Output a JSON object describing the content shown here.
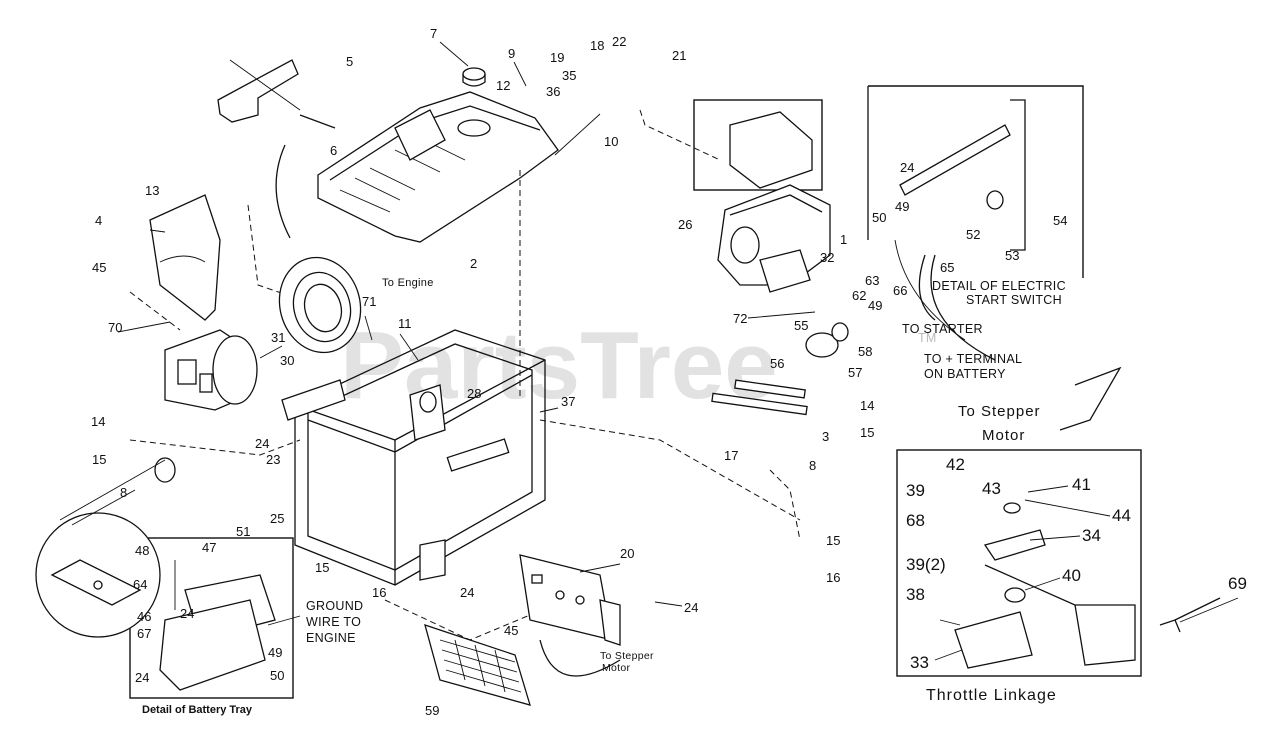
{
  "watermark": "PartsTree",
  "watermark_tm": "TM",
  "parts": [
    {
      "id": "p7",
      "label": "7"
    },
    {
      "id": "p9",
      "label": "9"
    },
    {
      "id": "p19",
      "label": "19"
    },
    {
      "id": "p18",
      "label": "18"
    },
    {
      "id": "p22",
      "label": "22"
    },
    {
      "id": "p21",
      "label": "21"
    },
    {
      "id": "p35",
      "label": "35"
    },
    {
      "id": "p36",
      "label": "36"
    },
    {
      "id": "p12",
      "label": "12"
    },
    {
      "id": "p5",
      "label": "5"
    },
    {
      "id": "p6",
      "label": "6"
    },
    {
      "id": "p10",
      "label": "10"
    },
    {
      "id": "p13",
      "label": "13"
    },
    {
      "id": "p4",
      "label": "4"
    },
    {
      "id": "p45a",
      "label": "45"
    },
    {
      "id": "p2",
      "label": "2"
    },
    {
      "id": "p70",
      "label": "70"
    },
    {
      "id": "p71",
      "label": "71"
    },
    {
      "id": "p31",
      "label": "31"
    },
    {
      "id": "p11",
      "label": "11"
    },
    {
      "id": "p30",
      "label": "30"
    },
    {
      "id": "p28",
      "label": "28"
    },
    {
      "id": "p37",
      "label": "37"
    },
    {
      "id": "p14a",
      "label": "14"
    },
    {
      "id": "p15a",
      "label": "15"
    },
    {
      "id": "p24a",
      "label": "24"
    },
    {
      "id": "p23",
      "label": "23"
    },
    {
      "id": "p8a",
      "label": "8"
    },
    {
      "id": "p51",
      "label": "51"
    },
    {
      "id": "p25",
      "label": "25"
    },
    {
      "id": "p48",
      "label": "48"
    },
    {
      "id": "p47",
      "label": "47"
    },
    {
      "id": "p64",
      "label": "64"
    },
    {
      "id": "p24b",
      "label": "24"
    },
    {
      "id": "p46",
      "label": "46"
    },
    {
      "id": "p67",
      "label": "67"
    },
    {
      "id": "p24c",
      "label": "24"
    },
    {
      "id": "p49a",
      "label": "49"
    },
    {
      "id": "p50a",
      "label": "50"
    },
    {
      "id": "p15b",
      "label": "15"
    },
    {
      "id": "p16a",
      "label": "16"
    },
    {
      "id": "p24d",
      "label": "24"
    },
    {
      "id": "p45b",
      "label": "45"
    },
    {
      "id": "p59",
      "label": "59"
    },
    {
      "id": "p20",
      "label": "20"
    },
    {
      "id": "p24e",
      "label": "24"
    },
    {
      "id": "p15c",
      "label": "15"
    },
    {
      "id": "p16b",
      "label": "16"
    },
    {
      "id": "p17",
      "label": "17"
    },
    {
      "id": "p8b",
      "label": "8"
    },
    {
      "id": "p3",
      "label": "3"
    },
    {
      "id": "p14b",
      "label": "14"
    },
    {
      "id": "p15d",
      "label": "15"
    },
    {
      "id": "p26",
      "label": "26"
    },
    {
      "id": "p1",
      "label": "1"
    },
    {
      "id": "p32",
      "label": "32"
    },
    {
      "id": "p63",
      "label": "63"
    },
    {
      "id": "p62",
      "label": "62"
    },
    {
      "id": "p49b",
      "label": "49"
    },
    {
      "id": "p72",
      "label": "72"
    },
    {
      "id": "p55",
      "label": "55"
    },
    {
      "id": "p56",
      "label": "56"
    },
    {
      "id": "p58",
      "label": "58"
    },
    {
      "id": "p57",
      "label": "57"
    },
    {
      "id": "p24f",
      "label": "24"
    },
    {
      "id": "p54",
      "label": "54"
    },
    {
      "id": "p49c",
      "label": "49"
    },
    {
      "id": "p50b",
      "label": "50"
    },
    {
      "id": "p52",
      "label": "52"
    },
    {
      "id": "p53",
      "label": "53"
    },
    {
      "id": "p66",
      "label": "66"
    },
    {
      "id": "p65",
      "label": "65"
    },
    {
      "id": "p42",
      "label": "42"
    },
    {
      "id": "p41",
      "label": "41"
    },
    {
      "id": "p43",
      "label": "43"
    },
    {
      "id": "p39a",
      "label": "39"
    },
    {
      "id": "p44",
      "label": "44"
    },
    {
      "id": "p68",
      "label": "68"
    },
    {
      "id": "p34",
      "label": "34"
    },
    {
      "id": "p392",
      "label": "39(2)"
    },
    {
      "id": "p40",
      "label": "40"
    },
    {
      "id": "p38",
      "label": "38"
    },
    {
      "id": "p69",
      "label": "69"
    },
    {
      "id": "p33",
      "label": "33"
    }
  ],
  "notes": {
    "to_engine": "To Engine",
    "detail_electric_1": "DETAIL OF ELECTRIC",
    "detail_electric_2": "START SWITCH",
    "to_starter": "TO STARTER",
    "to_terminal_1": "TO + TERMINAL",
    "to_terminal_2": "ON BATTERY",
    "to_stepper_top_1": "To Stepper",
    "to_stepper_top_2": "Motor",
    "ground_1": "GROUND",
    "ground_2": "WIRE TO",
    "ground_3": "ENGINE",
    "to_stepper_low_1": "To Stepper",
    "to_stepper_low_2": "Motor",
    "battery_tray": "Detail of Battery Tray",
    "throttle": "Throttle Linkage"
  }
}
